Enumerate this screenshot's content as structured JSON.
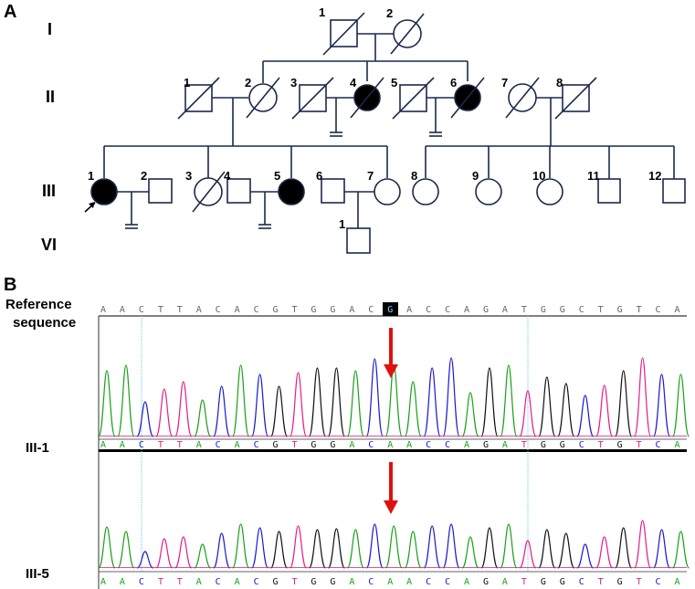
{
  "panel_a": {
    "label": "A",
    "generations": [
      "I",
      "II",
      "III",
      "VI"
    ],
    "individuals": {
      "I": [
        "1",
        "2"
      ],
      "II": [
        "1",
        "2",
        "3",
        "4",
        "5",
        "6",
        "7",
        "8"
      ],
      "III": [
        "1",
        "2",
        "3",
        "4",
        "5",
        "6",
        "7",
        "8",
        "9",
        "10",
        "11",
        "12"
      ],
      "VI": [
        "1"
      ]
    }
  },
  "panel_b": {
    "label": "B",
    "reference_label_line1": "Reference",
    "reference_label_line2": "sequence",
    "reference_bases": [
      "A",
      "A",
      "C",
      "T",
      "T",
      "A",
      "C",
      "A",
      "C",
      "G",
      "T",
      "G",
      "G",
      "A",
      "C",
      "G",
      "A",
      "C",
      "C",
      "A",
      "G",
      "A",
      "T",
      "G",
      "G",
      "C",
      "T",
      "G",
      "T",
      "C",
      "A"
    ],
    "highlighted_index": 15,
    "samples": [
      {
        "label": "III-1",
        "bases": [
          "A",
          "A",
          "C",
          "T",
          "T",
          "A",
          "C",
          "A",
          "C",
          "G",
          "T",
          "G",
          "G",
          "A",
          "C",
          "A",
          "A",
          "C",
          "C",
          "A",
          "G",
          "A",
          "T",
          "G",
          "G",
          "C",
          "T",
          "G",
          "T",
          "C",
          "A"
        ]
      },
      {
        "label": "III-5",
        "bases": [
          "A",
          "A",
          "C",
          "T",
          "T",
          "A",
          "C",
          "A",
          "C",
          "G",
          "T",
          "G",
          "G",
          "A",
          "C",
          "A",
          "A",
          "C",
          "C",
          "A",
          "G",
          "A",
          "T",
          "G",
          "G",
          "C",
          "T",
          "G",
          "T",
          "C",
          "A"
        ]
      }
    ],
    "colors": {
      "A": "#1aa01a",
      "C": "#1a1acc",
      "G": "#111111",
      "T": "#e0208a",
      "arrow": "#e01010",
      "guide": "#66c8e0"
    }
  }
}
